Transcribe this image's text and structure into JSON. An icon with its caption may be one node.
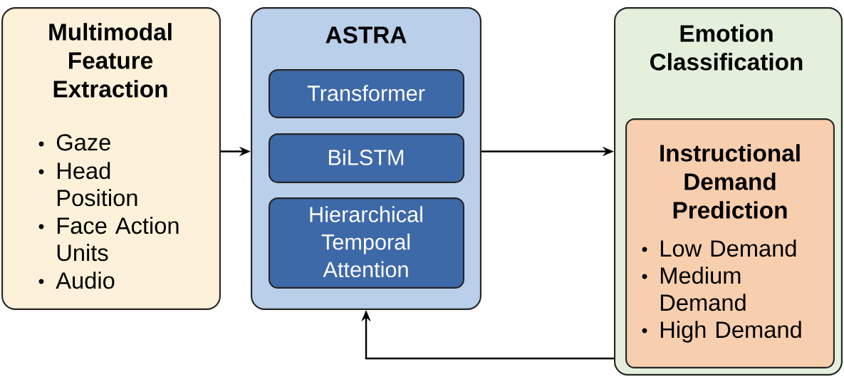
{
  "diagram": {
    "nodes": [
      {
        "text": [
          "Multimodal Feature Extraction",
          "Gaze",
          "Head Position",
          "Face Action Units",
          "Audio"
        ]
      },
      {
        "text": [
          "ASTRA"
        ]
      },
      {
        "text": [
          "Transformer"
        ],
        "in": 1
      },
      {
        "text": [
          "BiLSTM"
        ],
        "in": 1
      },
      {
        "text": [
          "Hierarchical Temporal Attention"
        ],
        "in": 1
      },
      {
        "text": [
          "Emotion Classification"
        ]
      },
      {
        "text": [
          "Instructional Demand Prediction",
          "Low Demand",
          "Medium Demand",
          "High Demand"
        ],
        "in": 5
      }
    ],
    "edges": [
      {
        "from": 0,
        "to": 1,
        "arrow": "to"
      },
      {
        "from": 1,
        "to": 5,
        "arrow": "to"
      },
      {
        "from": 5,
        "to": 1,
        "arrow": "to"
      }
    ]
  }
}
